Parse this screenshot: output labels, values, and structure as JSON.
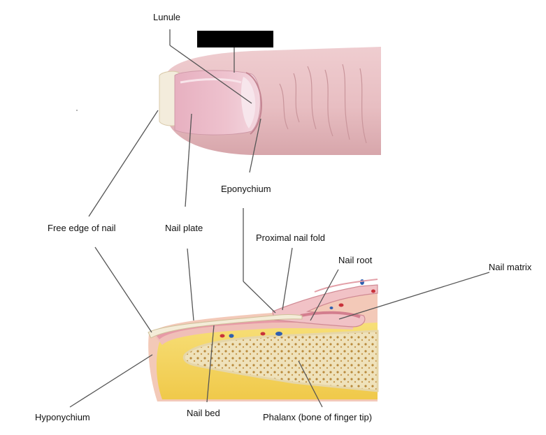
{
  "labels": {
    "lunule": "Lunule",
    "eponychium": "Eponychium",
    "free_edge": "Free edge of nail",
    "nail_plate": "Nail plate",
    "proximal_fold": "Proximal nail fold",
    "nail_root": "Nail root",
    "nail_matrix": "Nail matrix",
    "hyponychium": "Hyponychium",
    "nail_bed": "Nail bed",
    "phalanx": "Phalanx (bone of finger tip)"
  },
  "colors": {
    "skin": "#ecc6c9",
    "skin_shadow": "#d9a9ad",
    "nail": "#e9b6c4",
    "lunule": "#f6e4ea",
    "free_edge": "#f3ecdc",
    "fat": "#f5d760",
    "bone": "#f1e6c4",
    "leader": "#555555"
  }
}
